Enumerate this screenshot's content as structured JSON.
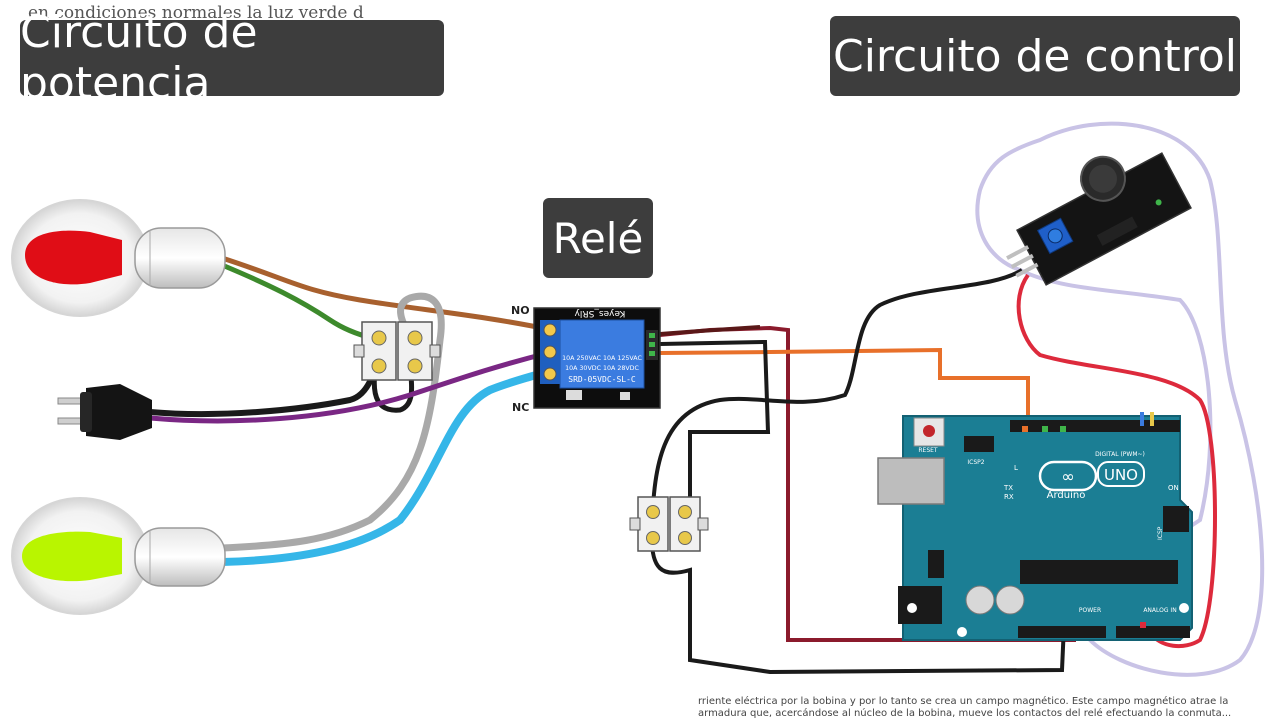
{
  "labels": {
    "power_circuit": "Circuito de potencia",
    "control_circuit": "Circuito de control",
    "relay": "Relé",
    "no": "NO",
    "nc": "NC"
  },
  "background_text": {
    "top": "en condiciones normales la luz verde d",
    "bottom": "rriente eléctrica por la bobina y por lo tanto se crea un campo magnético. Este campo magnético atrae la armadura que, acercándose al núcleo de la bobina, mueve los contactos del relé efectuando la conmuta..."
  },
  "relay_module": {
    "brand": "Keyes_SRly",
    "ratings": [
      "10A 250VAC  10A 125VAC",
      "10A  30VDC  10A  28VDC"
    ],
    "model": "SRD-05VDC-SL-C"
  },
  "arduino": {
    "logo_text": "Arduino",
    "model": "UNO",
    "reset": "RESET",
    "icsp2": "ICSP2",
    "icsp": "ICSP",
    "digital": "DIGITAL (PWM~)",
    "power": "POWER",
    "analog": "ANALOG IN",
    "on": "ON",
    "l": "L",
    "tx": "TX",
    "rx": "RX"
  },
  "colors": {
    "label_bg": "#3d3d3d",
    "red_bulb": "#e00d16",
    "green_bulb": "#b9f500",
    "arduino_teal": "#1b7e94",
    "relay_blue": "#3b7ce0"
  }
}
